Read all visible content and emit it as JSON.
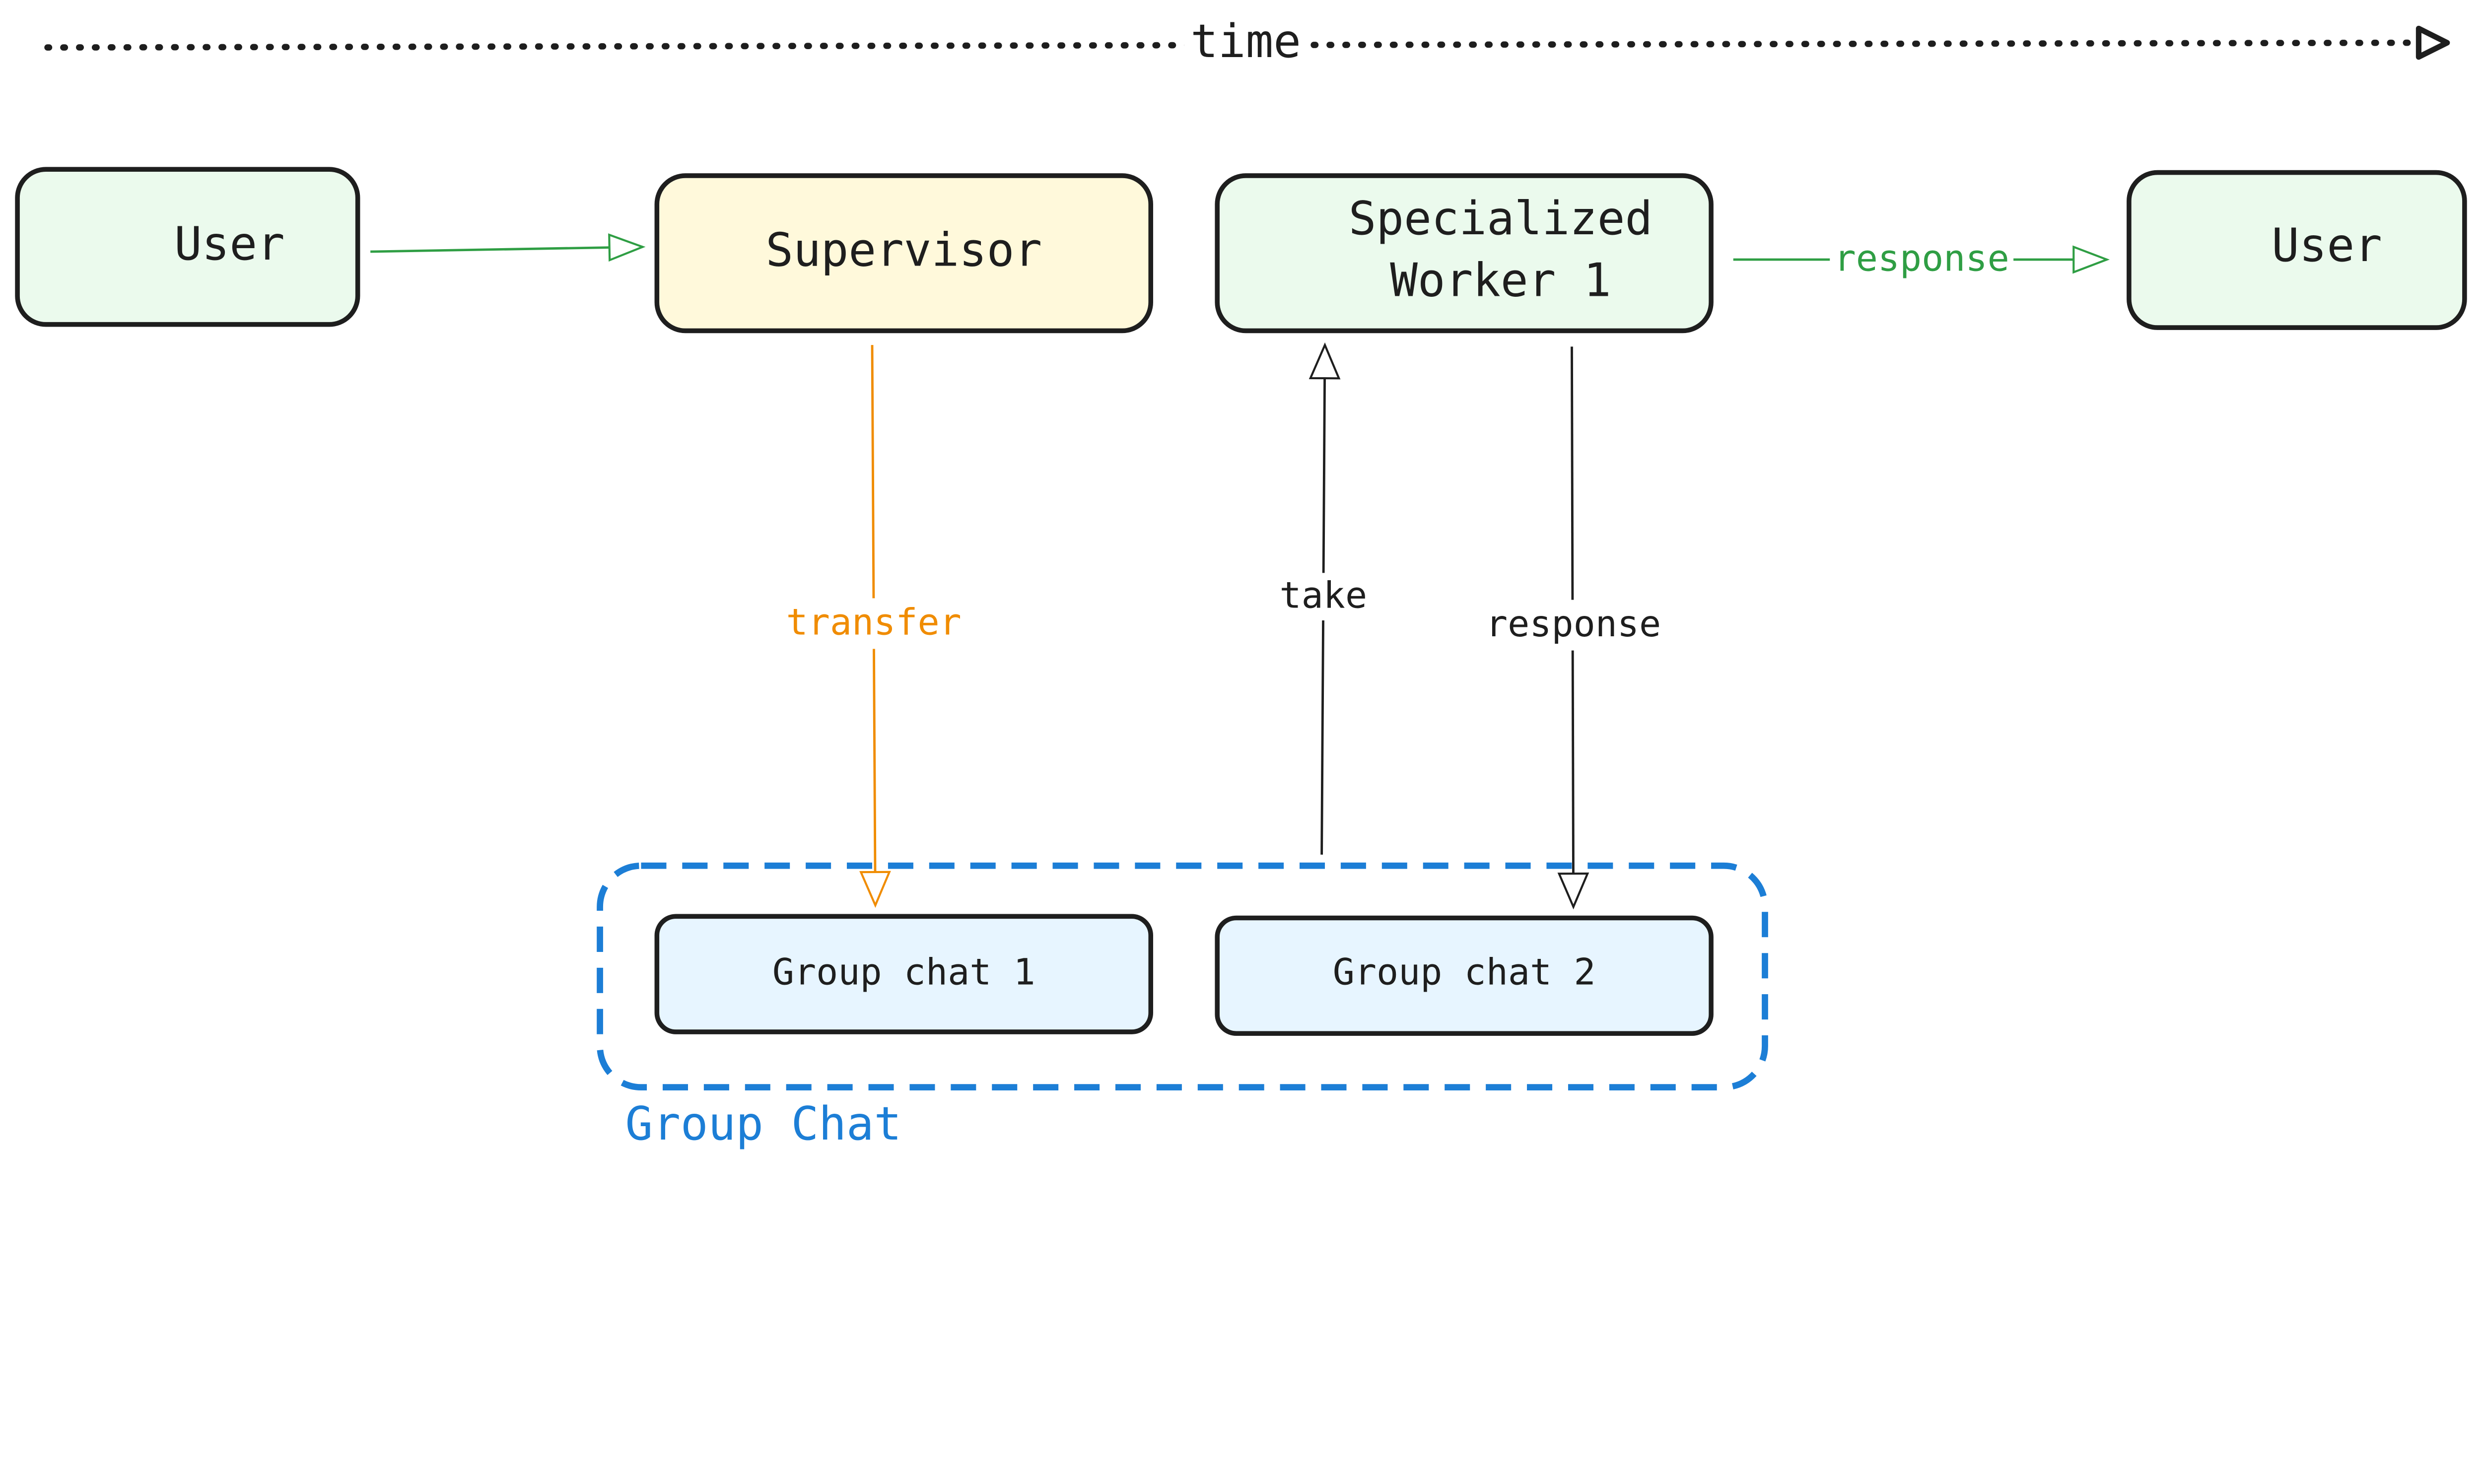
{
  "timeline": {
    "label": "time"
  },
  "nodes": {
    "user_left": {
      "label": "User"
    },
    "supervisor": {
      "label": "Supervisor"
    },
    "worker_line1": "Specialized",
    "worker_line2": "Worker 1",
    "user_right": {
      "label": "User"
    },
    "group_chat_1": {
      "label": "Group chat 1"
    },
    "group_chat_2": {
      "label": "Group chat 2"
    }
  },
  "group": {
    "label": "Group Chat"
  },
  "edges": {
    "transfer": "transfer",
    "take": "take",
    "response_down": "response",
    "response_right": "response"
  },
  "colors": {
    "green_fill": "#ebfaed",
    "yellow_fill": "#fff9db",
    "blue_fill": "#e7f5ff",
    "stroke": "#1e1e1e",
    "orange": "#f08c00",
    "green": "#2f9e44",
    "blue": "#1c7ed6"
  }
}
